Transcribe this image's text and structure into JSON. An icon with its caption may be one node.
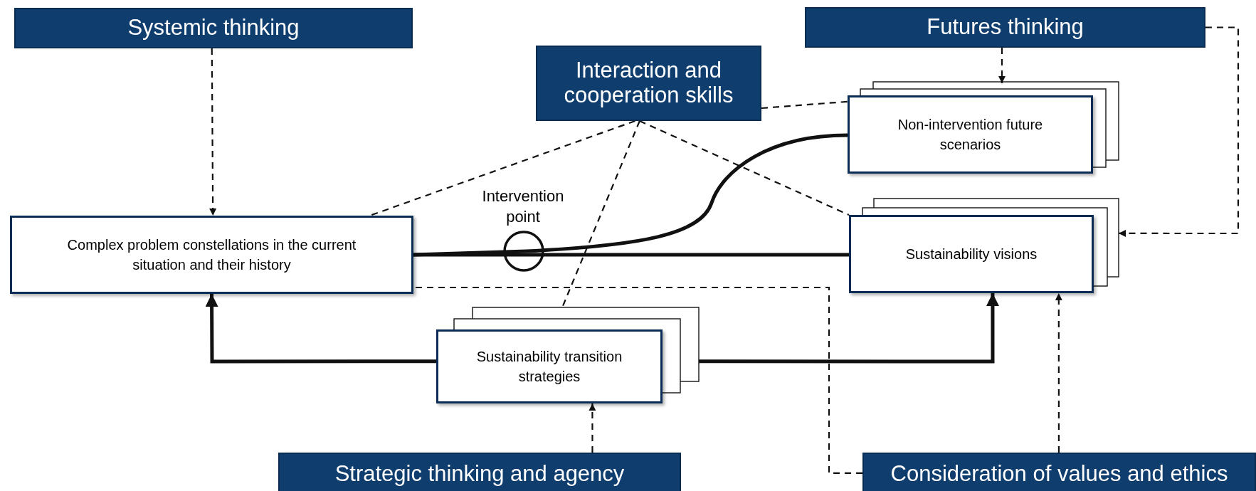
{
  "diagram": {
    "nodes": [
      {
        "text": [
          "Systemic thinking"
        ]
      },
      {
        "text": [
          "Interaction and cooperation skills"
        ]
      },
      {
        "text": [
          "Futures thinking"
        ]
      },
      {
        "text": [
          "Non-intervention future scenarios"
        ]
      },
      {
        "text": [
          "Complex problem constellations in the current situation and their history"
        ]
      },
      {
        "text": [
          "Sustainability visions"
        ]
      },
      {
        "text": [
          "Sustainability transition strategies"
        ]
      },
      {
        "text": [
          "Strategic thinking and agency"
        ]
      },
      {
        "text": [
          "Consideration of values and ethics"
        ]
      }
    ],
    "edges": [
      {
        "from": 0,
        "to": 4,
        "arrow": "to",
        "style": "dashed"
      },
      {
        "from": 2,
        "to": 3,
        "arrow": "to",
        "style": "dashed"
      },
      {
        "from": 2,
        "to": 5,
        "arrow": "to",
        "style": "dashed"
      },
      {
        "from": 1,
        "to": 4,
        "arrow": "none",
        "style": "dashed"
      },
      {
        "from": 1,
        "to": 3,
        "arrow": "none",
        "style": "dashed"
      },
      {
        "from": 1,
        "to": 5,
        "arrow": "none",
        "style": "dashed"
      },
      {
        "from": 1,
        "to": 6,
        "arrow": "none",
        "style": "dashed"
      },
      {
        "from": 4,
        "to": 3,
        "arrow": "none",
        "style": "thick"
      },
      {
        "from": 4,
        "to": 5,
        "arrow": "none",
        "style": "thick"
      },
      {
        "from": 6,
        "to": 4,
        "arrow": "to",
        "style": "thick"
      },
      {
        "from": 6,
        "to": 5,
        "arrow": "to",
        "style": "thick"
      },
      {
        "from": 7,
        "to": 6,
        "arrow": "to",
        "style": "dashed"
      },
      {
        "from": 8,
        "to": 5,
        "arrow": "to",
        "style": "dashed"
      },
      {
        "from": 8,
        "to": 4,
        "arrow": "none",
        "style": "dashed"
      }
    ],
    "labels": [
      "Intervention point"
    ]
  }
}
